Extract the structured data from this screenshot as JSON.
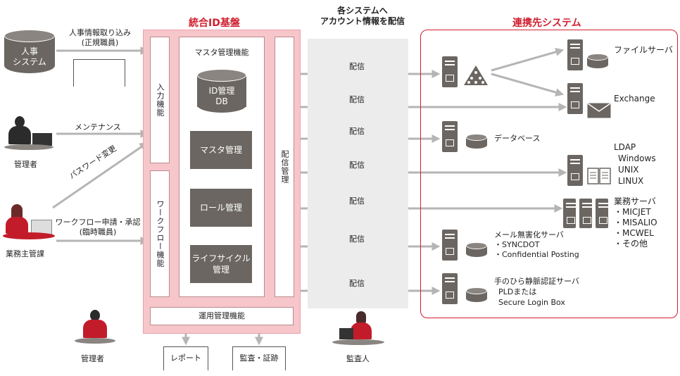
{
  "headers": {
    "core": "統合ID基盤",
    "distribute_line1": "各システムへ",
    "distribute_line2": "アカウント情報を配信",
    "linked": "連携先システム"
  },
  "left": {
    "hr_system": "人事\nシステム",
    "hr_import_line1": "人事情報取り込み",
    "hr_import_line2": "(正規職員)",
    "maintenance": "メンテナンス",
    "admin1": "管理者",
    "password_change": "パスワード変更",
    "workflow_line1": "ワークフロー申請・承認",
    "workflow_line2": "(臨時職員)",
    "business_manager": "業務主管課",
    "admin2": "管理者"
  },
  "core": {
    "input_func": "入力機能",
    "workflow_func": "ワークフロー機能",
    "master_func": "マスタ管理機能",
    "id_db": "ID管理\nDB",
    "master_mgmt": "マスタ管理",
    "role_mgmt": "ロール管理",
    "lifecycle_mgmt": "ライフサイクル\n管理",
    "delivery_mgmt": "配信管理",
    "ops_func": "運用管理機能"
  },
  "outputs": {
    "report": "レポート",
    "audit": "監査・証跡",
    "auditor": "監査人"
  },
  "delivery_label": "配信",
  "targets": {
    "file_server": "ファイルサーバ",
    "exchange": "Exchange",
    "database": "データベース",
    "ldap": [
      "LDAP",
      "Windows",
      "UNIX",
      "LINUX"
    ],
    "business_server": [
      "業務サーバ",
      "・MICJET",
      "・MISALIO",
      "・MCWEL",
      "・その他"
    ],
    "mail_server": [
      "メール無害化サーバ",
      "・SYNCDOT",
      "・Confidential Posting"
    ],
    "palm_server": [
      "手のひら静脈認証サーバ",
      "PLDまたは",
      "Secure Login Box"
    ]
  },
  "colors": {
    "accent": "#d01f2e",
    "panel": "#f7c6cb",
    "dark": "#6b6661",
    "arrow": "#b5b5b5"
  }
}
